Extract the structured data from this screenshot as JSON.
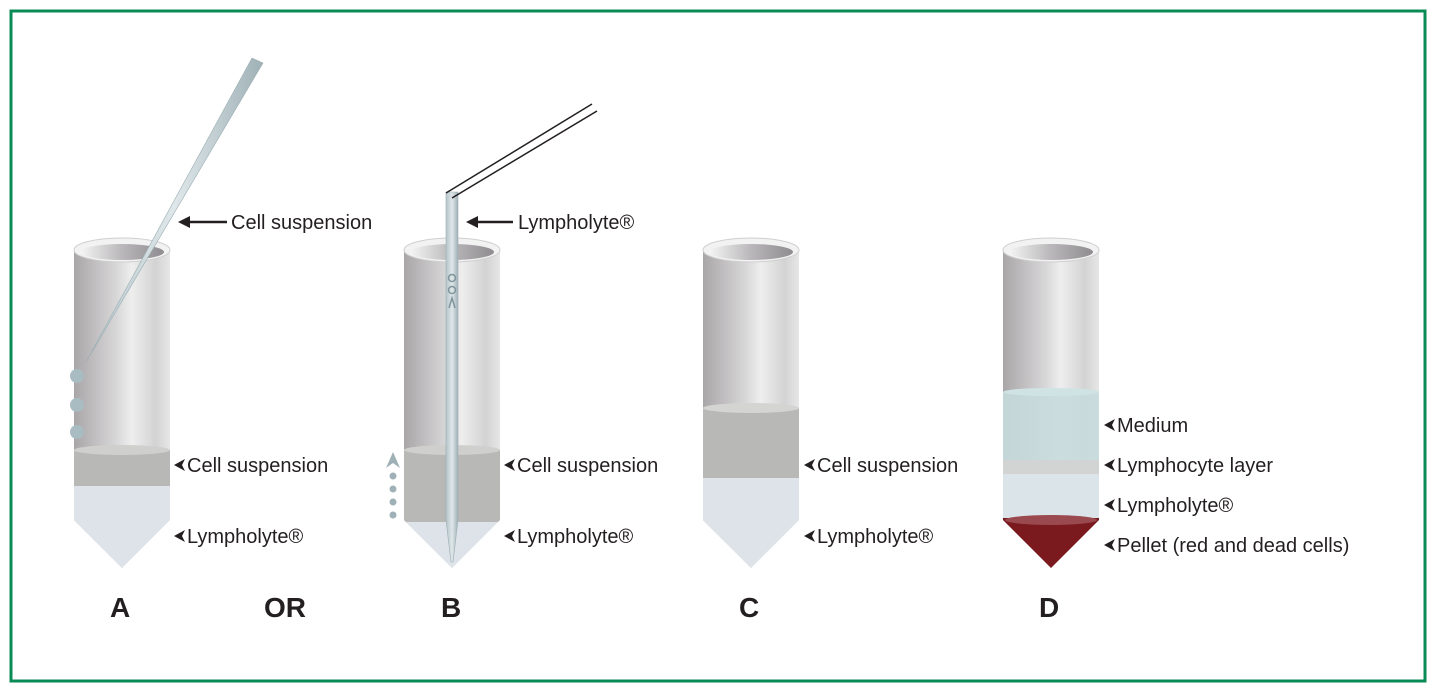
{
  "colors": {
    "border": "#0a8a55",
    "pellet": "#7a1a1e",
    "cell_suspension": "#b8b8b6",
    "lympholyte": "#dde3e8",
    "medium": "#c6dadb"
  },
  "panels": {
    "A": {
      "letter": "A",
      "top_label": "Cell suspension",
      "layer_labels": [
        "Cell suspension",
        "Lympholyte®"
      ]
    },
    "or": "OR",
    "B": {
      "letter": "B",
      "top_label": "Lympholyte®",
      "layer_labels": [
        "Cell suspension",
        "Lympholyte®"
      ]
    },
    "C": {
      "letter": "C",
      "layer_labels": [
        "Cell suspension",
        "Lympholyte®"
      ]
    },
    "D": {
      "letter": "D",
      "layer_labels": [
        "Medium",
        "Lymphocyte layer",
        "Lympholyte®",
        "Pellet (red and dead cells)"
      ]
    }
  }
}
